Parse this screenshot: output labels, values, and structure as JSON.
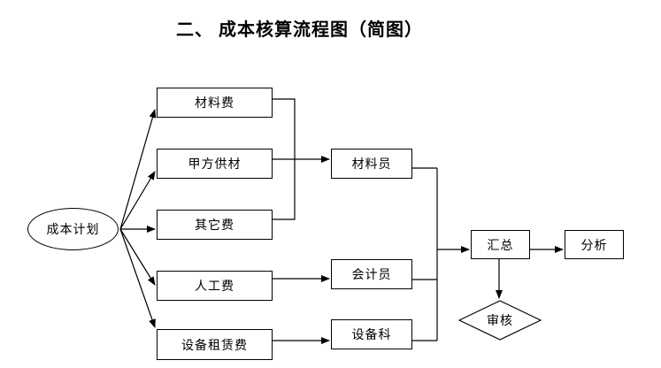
{
  "page": {
    "title": "二、 成本核算流程图（简图）",
    "background_color": "#ffffff",
    "line_color": "#000000",
    "text_color": "#000000"
  },
  "diagram": {
    "type": "flowchart",
    "nodes": {
      "cost_plan": {
        "label": "成本计划",
        "shape": "ellipse"
      },
      "material_fee": {
        "label": "材料费",
        "shape": "rect"
      },
      "party_a_supplied": {
        "label": "甲方供材",
        "shape": "rect"
      },
      "other_fee": {
        "label": "其它费",
        "shape": "rect"
      },
      "labor_fee": {
        "label": "人工费",
        "shape": "rect"
      },
      "equipment_rental": {
        "label": "设备租赁费",
        "shape": "rect"
      },
      "material_clerk": {
        "label": "材料员",
        "shape": "rect"
      },
      "accountant": {
        "label": "会计员",
        "shape": "rect"
      },
      "equipment_dept": {
        "label": "设备科",
        "shape": "rect"
      },
      "summary": {
        "label": "汇总",
        "shape": "rect"
      },
      "analysis": {
        "label": "分析",
        "shape": "rect"
      },
      "review": {
        "label": "审核",
        "shape": "diamond"
      }
    },
    "edges": [
      {
        "from": "cost_plan",
        "to": "material_fee",
        "arrow": true
      },
      {
        "from": "cost_plan",
        "to": "party_a_supplied",
        "arrow": true
      },
      {
        "from": "cost_plan",
        "to": "other_fee",
        "arrow": true
      },
      {
        "from": "cost_plan",
        "to": "labor_fee",
        "arrow": true
      },
      {
        "from": "cost_plan",
        "to": "equipment_rental",
        "arrow": true
      },
      {
        "from": "material_fee",
        "to": "material_clerk",
        "arrow": false,
        "via": "bracket"
      },
      {
        "from": "party_a_supplied",
        "to": "material_clerk",
        "arrow": true
      },
      {
        "from": "other_fee",
        "to": "material_clerk",
        "arrow": false,
        "via": "bracket"
      },
      {
        "from": "labor_fee",
        "to": "accountant",
        "arrow": true
      },
      {
        "from": "equipment_rental",
        "to": "equipment_dept",
        "arrow": true
      },
      {
        "from": "material_clerk",
        "to": "summary",
        "arrow": false,
        "via": "collector"
      },
      {
        "from": "accountant",
        "to": "summary",
        "arrow": false,
        "via": "collector"
      },
      {
        "from": "equipment_dept",
        "to": "summary",
        "arrow": false,
        "via": "collector"
      },
      {
        "from": "collector",
        "to": "summary",
        "arrow": true
      },
      {
        "from": "summary",
        "to": "analysis",
        "arrow": true
      },
      {
        "from": "summary",
        "to": "review",
        "arrow": true
      }
    ]
  }
}
